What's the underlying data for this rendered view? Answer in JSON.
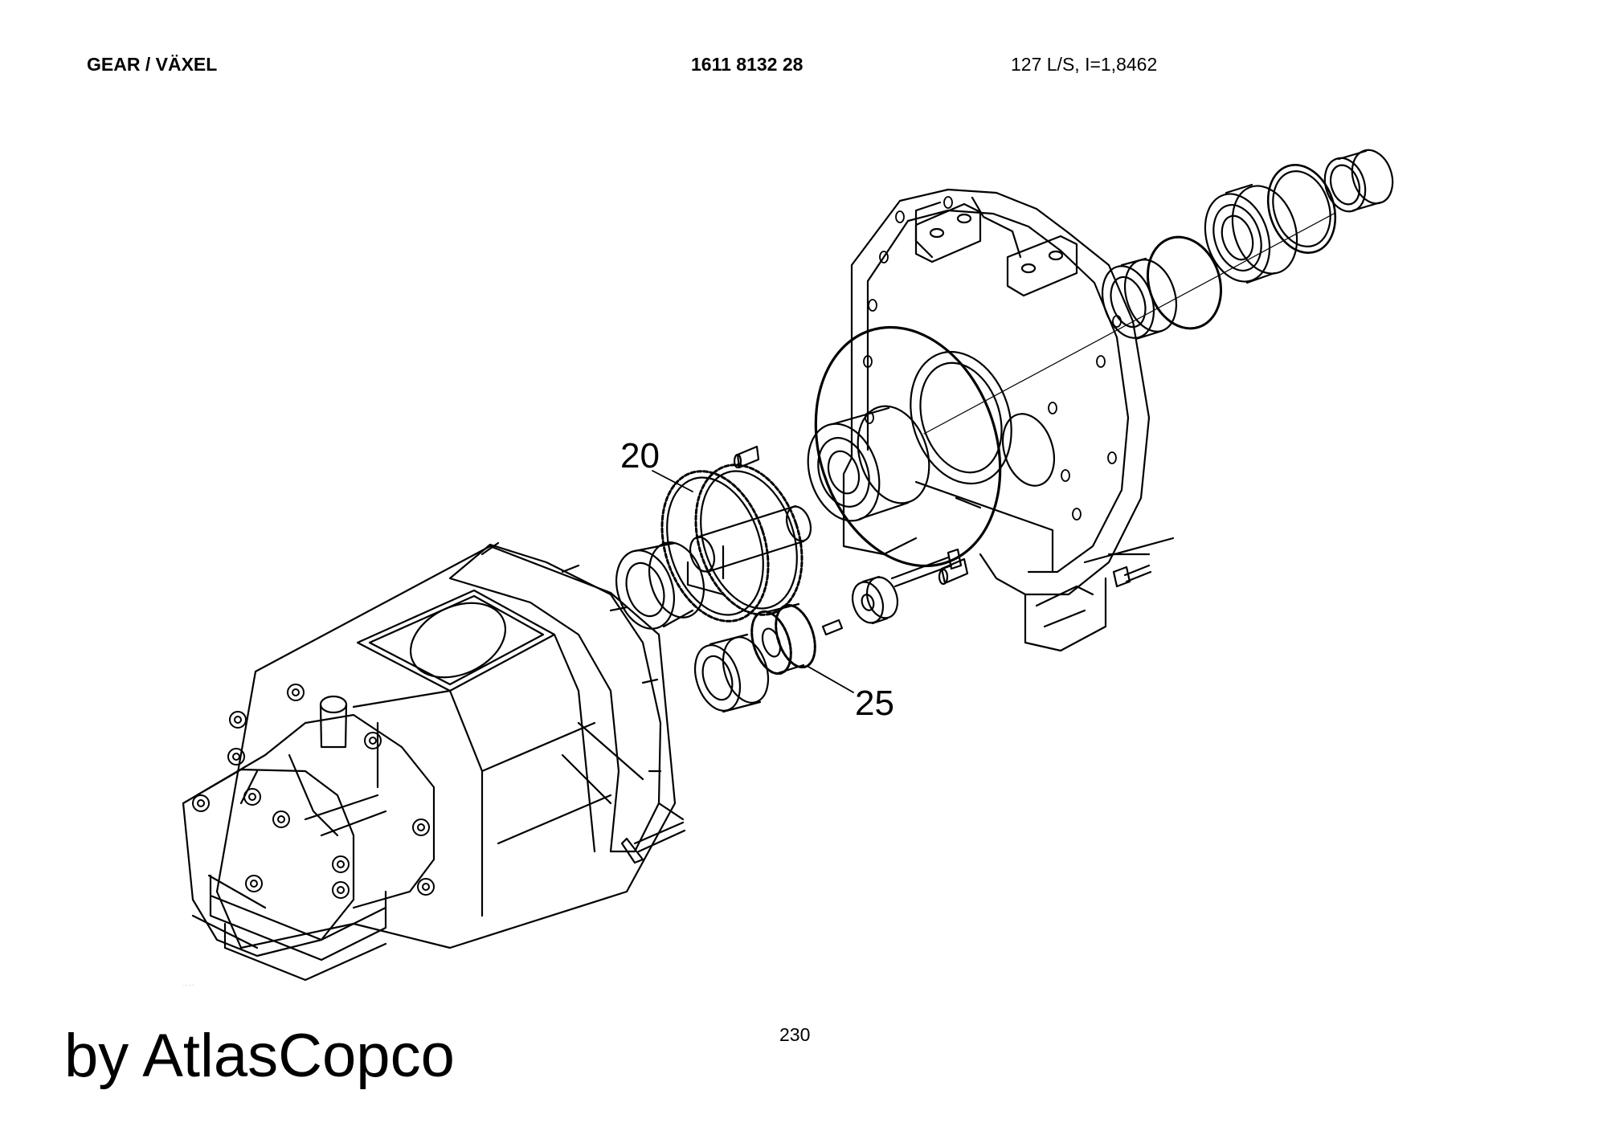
{
  "header": {
    "title": "GEAR / VÄXEL",
    "part_number": "1611 8132 28",
    "spec": "127 L/S, I=1,8462"
  },
  "callouts": [
    {
      "label": "20"
    },
    {
      "label": "25"
    }
  ],
  "page_number": "230",
  "watermark": "by AtlasCopco"
}
